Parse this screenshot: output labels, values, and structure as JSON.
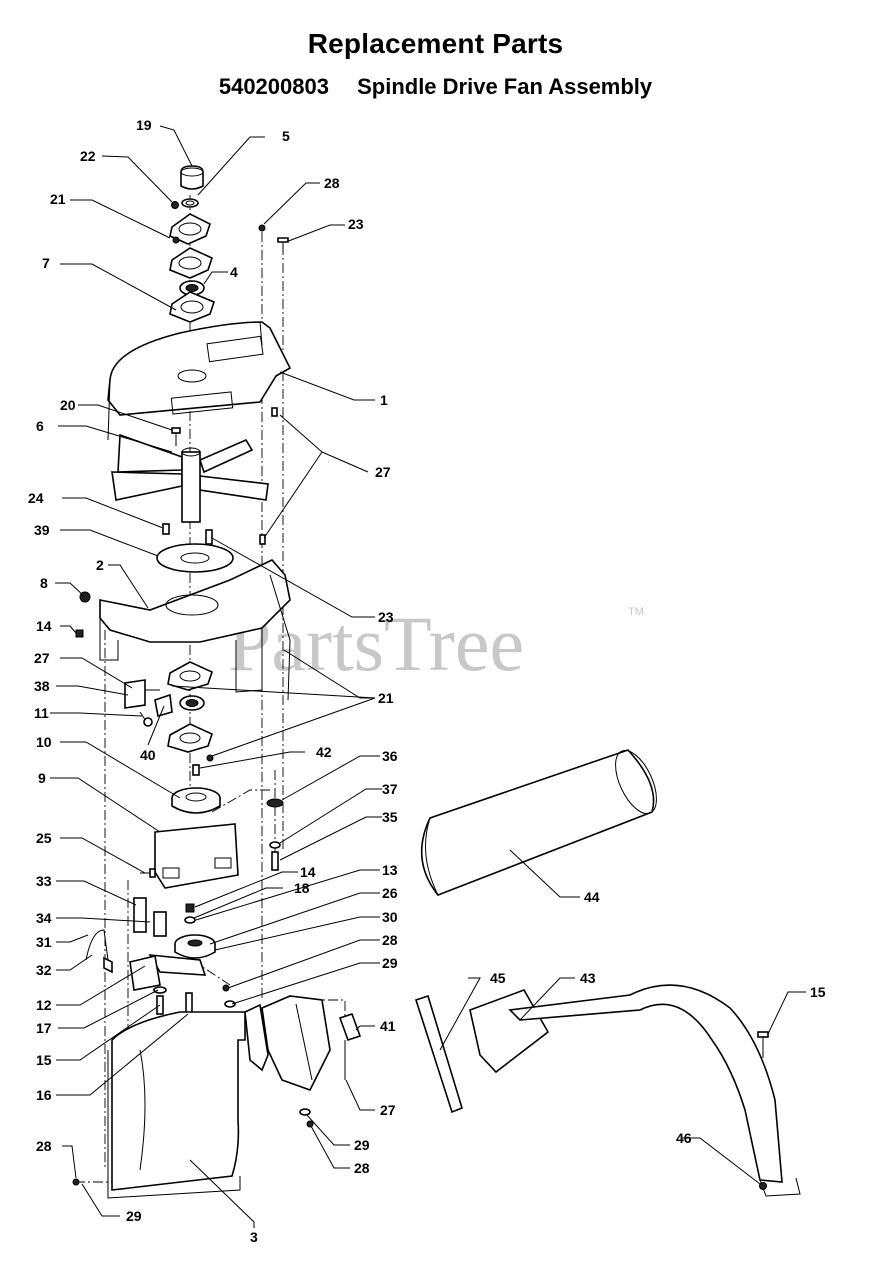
{
  "title": "Replacement Parts",
  "subtitle": {
    "part_number": "540200803",
    "name": "Spindle Drive Fan Assembly"
  },
  "watermark": {
    "text": "PartsTree",
    "mark": "TM"
  },
  "callouts": [
    "19",
    "5",
    "22",
    "28",
    "21",
    "23",
    "7",
    "4",
    "1",
    "20",
    "6",
    "27",
    "24",
    "39",
    "2",
    "23",
    "8",
    "14",
    "27",
    "21",
    "38",
    "11",
    "40",
    "10",
    "42",
    "36",
    "9",
    "37",
    "35",
    "25",
    "14",
    "13",
    "33",
    "18",
    "26",
    "34",
    "30",
    "31",
    "28",
    "32",
    "29",
    "12",
    "45",
    "43",
    "15",
    "17",
    "41",
    "15",
    "16",
    "27",
    "46",
    "29",
    "28",
    "28",
    "29",
    "3",
    "44"
  ]
}
